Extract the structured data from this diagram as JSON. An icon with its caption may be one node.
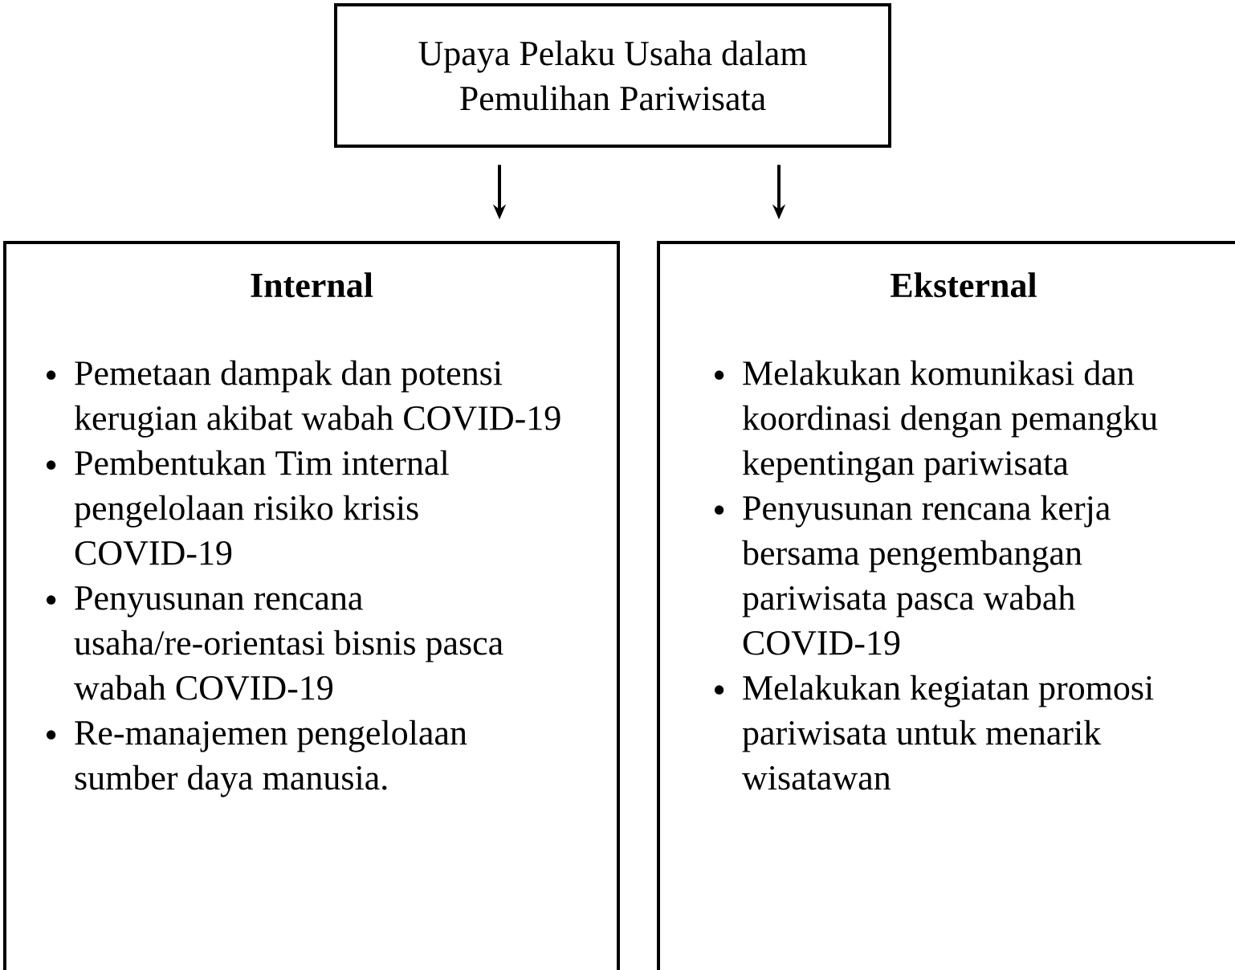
{
  "diagram": {
    "nodes": [
      {
        "text": [
          "Upaya Pelaku Usaha dalam Pemulihan Pariwisata"
        ]
      },
      {
        "text": [
          "Internal",
          "Pemetaan dampak dan potensi kerugian akibat wabah COVID-19",
          "Pembentukan Tim internal pengelolaan risiko krisis COVID-19",
          "Penyusunan rencana usaha/re-orientasi bisnis pasca wabah COVID-19",
          "Re-manajemen pengelolaan sumber daya manusia."
        ]
      },
      {
        "text": [
          "Eksternal",
          "Melakukan komunikasi dan koordinasi dengan pemangku kepentingan pariwisata",
          "Penyusunan rencana kerja bersama pengembangan pariwisata pasca wabah COVID-19",
          "Melakukan kegiatan promosi pariwisata untuk menarik wisatawan"
        ]
      }
    ],
    "edges": [
      {
        "from": 0,
        "to": 1,
        "arrow": "to"
      },
      {
        "from": 0,
        "to": 2,
        "arrow": "to"
      }
    ]
  }
}
